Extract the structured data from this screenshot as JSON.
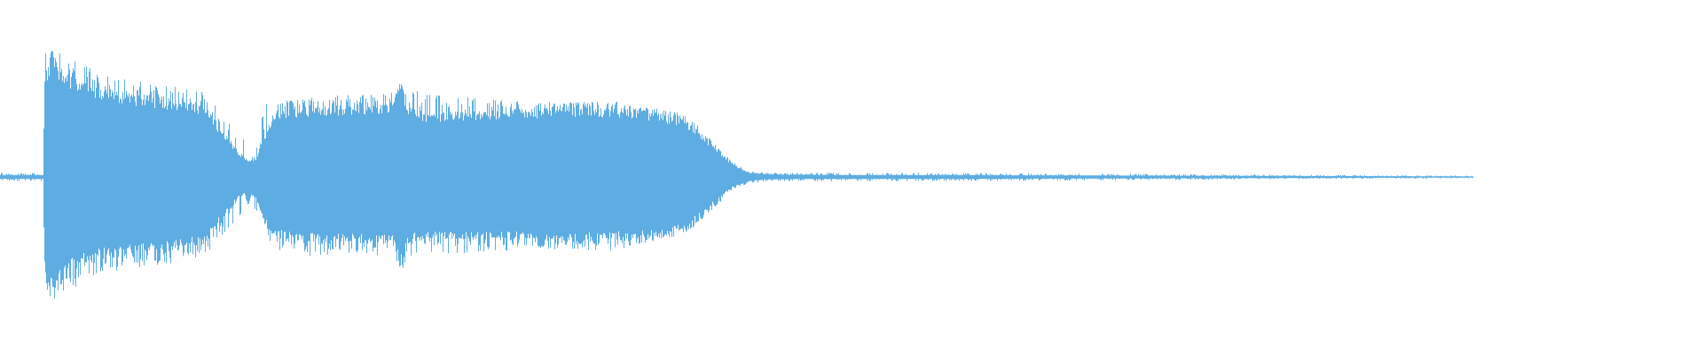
{
  "chart_data": {
    "type": "area",
    "title": "",
    "xlabel": "",
    "ylabel": "",
    "ylim": [
      -1,
      1
    ],
    "grid": false,
    "legend": "none",
    "color": "#5dade2",
    "duration_fraction_with_signal": 0.55,
    "envelope": {
      "x": [
        0.0,
        0.015,
        0.025,
        0.026,
        0.03,
        0.045,
        0.06,
        0.08,
        0.1,
        0.12,
        0.13,
        0.14,
        0.145,
        0.15,
        0.155,
        0.16,
        0.175,
        0.2,
        0.23,
        0.235,
        0.24,
        0.25,
        0.27,
        0.3,
        0.33,
        0.36,
        0.38,
        0.4,
        0.41,
        0.42,
        0.43,
        0.44,
        0.45,
        0.46,
        0.47,
        0.5,
        0.55,
        1.0
      ],
      "upper": [
        0.01,
        0.01,
        0.01,
        0.48,
        0.57,
        0.45,
        0.42,
        0.39,
        0.37,
        0.34,
        0.22,
        0.12,
        0.08,
        0.09,
        0.2,
        0.3,
        0.33,
        0.34,
        0.35,
        0.45,
        0.33,
        0.3,
        0.31,
        0.32,
        0.33,
        0.33,
        0.31,
        0.28,
        0.22,
        0.14,
        0.06,
        0.02,
        0.015,
        0.012,
        0.012,
        0.01,
        0.01,
        0.0
      ],
      "lower": [
        -0.01,
        -0.01,
        -0.01,
        -0.46,
        -0.56,
        -0.42,
        -0.39,
        -0.37,
        -0.35,
        -0.32,
        -0.2,
        -0.1,
        -0.08,
        -0.1,
        -0.22,
        -0.28,
        -0.31,
        -0.31,
        -0.32,
        -0.42,
        -0.31,
        -0.3,
        -0.3,
        -0.3,
        -0.31,
        -0.3,
        -0.29,
        -0.26,
        -0.2,
        -0.12,
        -0.05,
        -0.02,
        -0.012,
        -0.012,
        -0.01,
        -0.01,
        -0.01,
        0.0
      ],
      "peak_upper": [
        0.02,
        0.02,
        0.02,
        0.6,
        0.6,
        0.55,
        0.48,
        0.46,
        0.43,
        0.4,
        0.3,
        0.22,
        0.15,
        0.13,
        0.35,
        0.35,
        0.37,
        0.39,
        0.4,
        0.43,
        0.43,
        0.39,
        0.38,
        0.36,
        0.35,
        0.36,
        0.33,
        0.3,
        0.24,
        0.15,
        0.07,
        0.03,
        0.02,
        0.02,
        0.02,
        0.02,
        0.02,
        0.0
      ],
      "peak_lower": [
        -0.02,
        -0.02,
        -0.02,
        -0.6,
        -0.58,
        -0.52,
        -0.45,
        -0.43,
        -0.41,
        -0.38,
        -0.28,
        -0.2,
        -0.15,
        -0.15,
        -0.35,
        -0.35,
        -0.38,
        -0.36,
        -0.38,
        -0.44,
        -0.4,
        -0.36,
        -0.36,
        -0.35,
        -0.34,
        -0.35,
        -0.31,
        -0.28,
        -0.22,
        -0.14,
        -0.06,
        -0.03,
        -0.02,
        -0.02,
        -0.02,
        -0.02,
        -0.02,
        0.0
      ]
    }
  }
}
